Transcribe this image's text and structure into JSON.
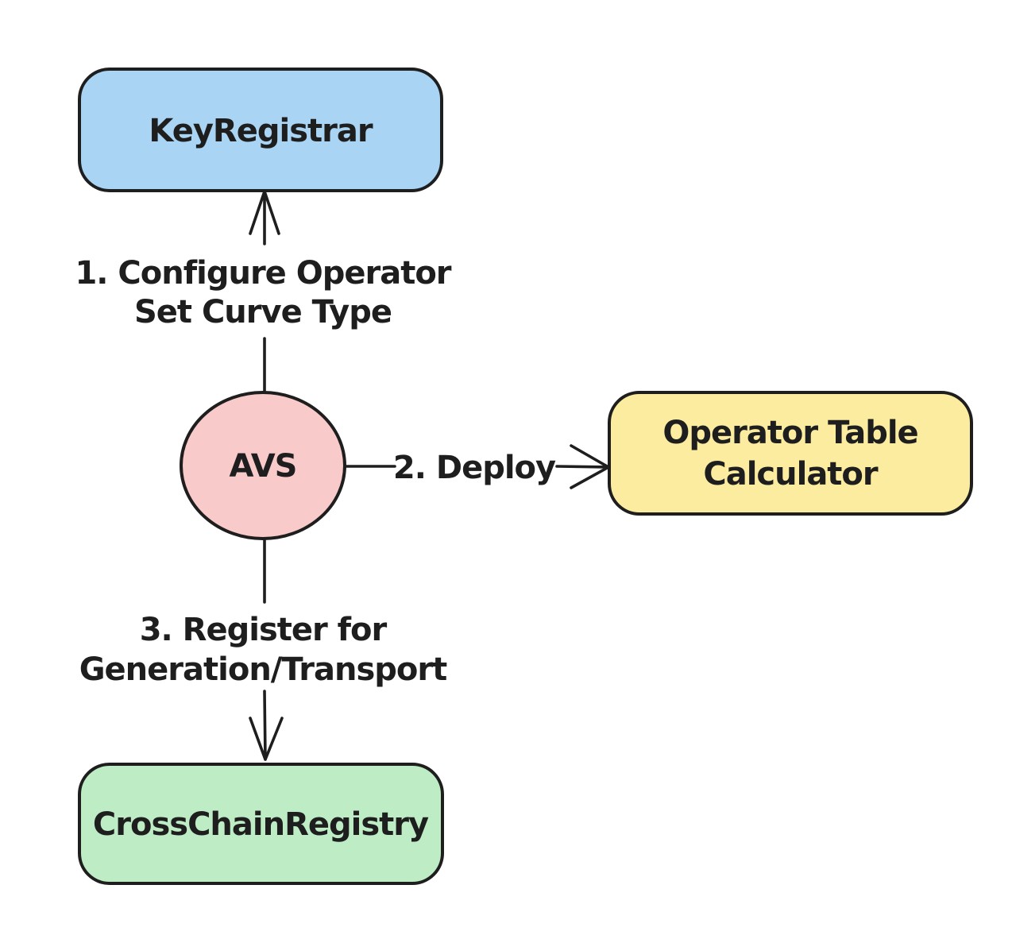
{
  "diagram": {
    "background": "#ffffff",
    "stroke_color": "#1e1e1e",
    "text_color": "#1e1e1e",
    "nodes": {
      "key_registrar": {
        "label": "KeyRegistrar",
        "fill": "#a9d4f3",
        "shape": "rounded-rectangle"
      },
      "avs": {
        "label": "AVS",
        "fill": "#f8caca",
        "shape": "circle"
      },
      "operator_table_calculator": {
        "label_line1": "Operator Table",
        "label_line2": "Calculator",
        "fill": "#fcec9f",
        "shape": "rounded-rectangle"
      },
      "cross_chain_registry": {
        "label": "CrossChainRegistry",
        "fill": "#bdecc5",
        "shape": "rounded-rectangle"
      }
    },
    "edges": {
      "configure": {
        "from": "AVS",
        "to": "KeyRegistrar",
        "label_line1": "1. Configure Operator",
        "label_line2": "Set Curve Type"
      },
      "deploy": {
        "from": "AVS",
        "to": "Operator Table Calculator",
        "label": "2. Deploy"
      },
      "register": {
        "from": "AVS",
        "to": "CrossChainRegistry",
        "label_line1": "3. Register for",
        "label_line2": "Generation/Transport"
      }
    }
  }
}
